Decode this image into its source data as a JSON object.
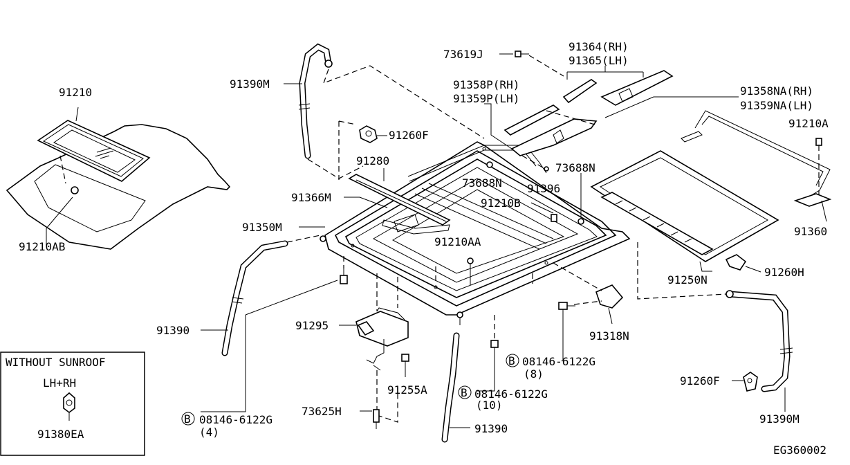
{
  "labels": {
    "p91210": "91210",
    "p91210AB": "91210AB",
    "p91390M_top": "91390M",
    "p91260F_top": "91260F",
    "p91280": "91280",
    "p91366M": "91366M",
    "p91350M": "91350M",
    "p73619J": "73619J",
    "p91364": "91364(RH)",
    "p91365": "91365(LH)",
    "p91358P": "91358P(RH)",
    "p91359P": "91359P(LH)",
    "p91358NA": "91358NA(RH)",
    "p91359NA": "91359NA(LH)",
    "p91210A": "91210A",
    "p73688N_a": "73688N",
    "p73688N_b": "73688N",
    "p91396": "91396",
    "p91210B": "91210B",
    "p91210AA": "91210AA",
    "p91360": "91360",
    "p91250N": "91250N",
    "p91260H": "91260H",
    "p91390_left": "91390",
    "p91295": "91295",
    "p91318N": "91318N",
    "p91255A": "91255A",
    "p73625H": "73625H",
    "p91390_bottom": "91390",
    "p91260F_right": "91260F",
    "p91390M_right": "91390M",
    "bolt_8": "08146-6122G",
    "bolt_8_qty": "(8)",
    "bolt_10": "08146-6122G",
    "bolt_10_qty": "(10)",
    "bolt_4": "08146-6122G",
    "bolt_4_qty": "(4)",
    "bolt_symbol": "B",
    "diagram_code": "EG360002"
  },
  "inset": {
    "title": "WITHOUT SUNROOF",
    "subtitle": "LH+RH",
    "part": "91380EA"
  }
}
